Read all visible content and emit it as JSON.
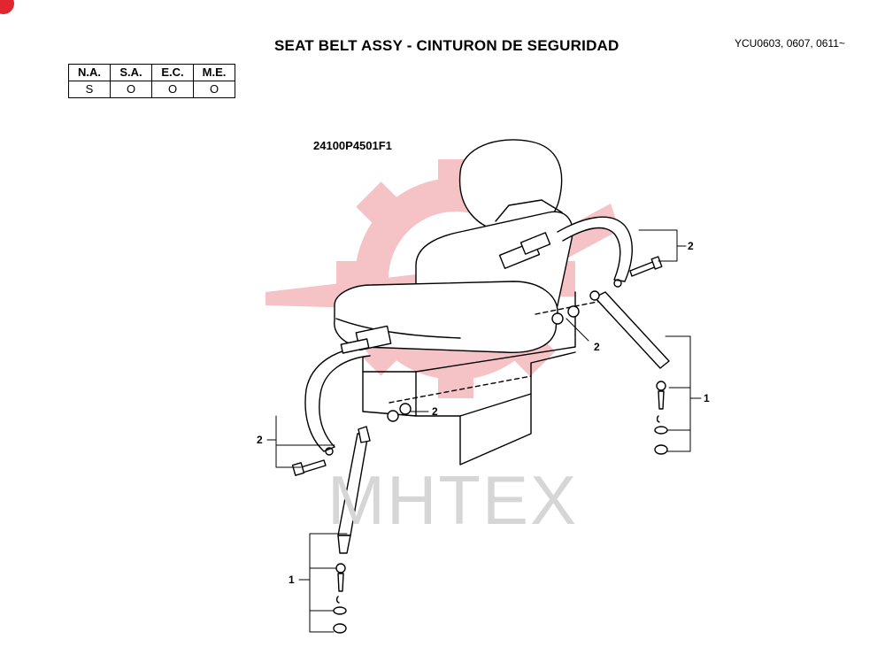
{
  "header": {
    "title": "SEAT BELT ASSY - CINTURON DE SEGURIDAD",
    "serial_range": "YCU0603, 0607, 0611~"
  },
  "market_table": {
    "columns": [
      "N.A.",
      "S.A.",
      "E.C.",
      "M.E."
    ],
    "values": [
      "S",
      "O",
      "O",
      "O"
    ]
  },
  "diagram": {
    "part_number": "24100P4501F1",
    "watermark": "MHTEX",
    "callouts": [
      "2",
      "2",
      "2",
      "1",
      "2",
      "1"
    ],
    "colors": {
      "line": "#000000",
      "watermark": "#f4b8bd"
    }
  }
}
